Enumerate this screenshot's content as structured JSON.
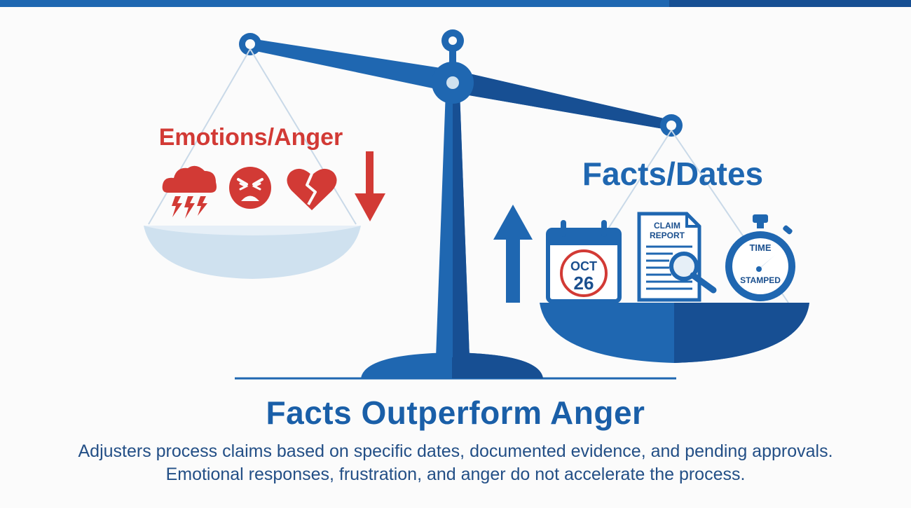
{
  "colors": {
    "blue": "#1f67b1",
    "dark_blue": "#174f93",
    "red": "#d23a35",
    "light_blue": "#cfe1ef"
  },
  "left_pan": {
    "label": "Emotions/Anger",
    "icons": [
      "storm-cloud-icon",
      "angry-face-icon",
      "broken-heart-icon"
    ],
    "arrow": "arrow-down-icon"
  },
  "right_pan": {
    "label": "Facts/Dates",
    "arrow": "arrow-up-icon",
    "calendar": {
      "month": "OCT",
      "day": "26"
    },
    "report": {
      "line1": "CLAIM",
      "line2": "REPORT"
    },
    "stopwatch": {
      "line1": "TIME",
      "line2": "STAMPED"
    }
  },
  "heading": "Facts Outperform Anger",
  "description": "Adjusters process claims based on specific dates, documented evidence, and pending approvals. Emotional responses, frustration, and anger do not accelerate the process."
}
